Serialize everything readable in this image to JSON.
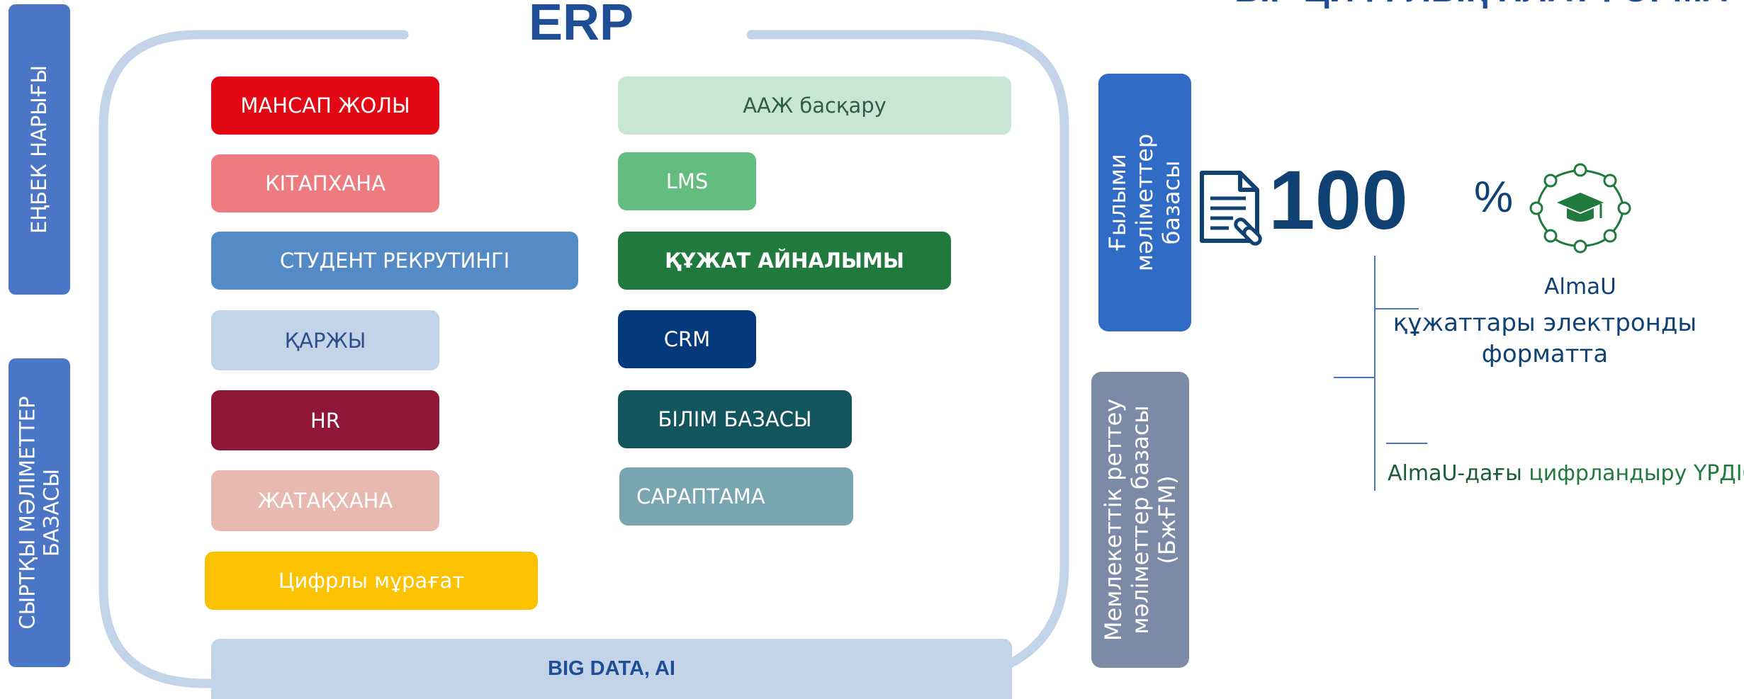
{
  "header": {
    "erp_title": "ERP",
    "platform_title_partial": "БІР ЦИФРЛЫҚ ПЛАТФОРМА"
  },
  "left_bars": {
    "top": "ЕҢБЕК НАРЫҒЫ",
    "bottom_line1": "СЫРТҚЫ МӘЛІМЕТТЕР",
    "bottom_line2": "БАЗАСЫ"
  },
  "modules_left": [
    {
      "label": "МАНСАП ЖОЛЫ",
      "bg": "#e30613",
      "color": "#ffffff"
    },
    {
      "label": "КІТАПХАНА",
      "bg": "#ee7b80",
      "color": "#ffffff"
    },
    {
      "label": "СТУДЕНТ РЕКРУТИНГІ",
      "bg": "#548ac6",
      "color": "#ffffff"
    },
    {
      "label": "ҚАРЖЫ",
      "bg": "#c3d4e8",
      "color": "#2c4f8c"
    },
    {
      "label": "HR",
      "bg": "#911739",
      "color": "#ffffff"
    },
    {
      "label": "ЖАТАҚХАНА",
      "bg": "#e8b9b1",
      "color": "#ffffff"
    },
    {
      "label": "Цифрлы мұрағат",
      "bg": "#fcc200",
      "color": "#ffffff"
    }
  ],
  "modules_right": [
    {
      "label": "ААЖ басқару",
      "bg": "#c8e6d3",
      "color": "#2e5d4a"
    },
    {
      "label": "LMS",
      "bg": "#63bd7f",
      "color": "#ffffff"
    },
    {
      "label": "ҚҰЖАТ АЙНАЛЫМЫ",
      "bg": "#207a3e",
      "color": "#ffffff"
    },
    {
      "label": "CRM",
      "bg": "#043a7c",
      "color": "#ffffff"
    },
    {
      "label": "БІЛІМ БАЗАСЫ",
      "bg": "#12555c",
      "color": "#ffffff"
    },
    {
      "label": "САРАПТАМА",
      "bg": "#79a5b1",
      "color": "#ffffff"
    }
  ],
  "bottom_bar": {
    "label": "BIG DATA, AI",
    "bg": "#c3d4e8",
    "color": "#1f4e96"
  },
  "right_bars": {
    "science_line1": "Ғылыми",
    "science_line2": "мәліметтер",
    "science_line3": "базасы",
    "state_line1": "Мемлекеттік реттеу",
    "state_line2": "мәліметтер базасы",
    "state_line3": "(БжҒМ)"
  },
  "stat": {
    "number": "100",
    "percent": "%",
    "brand": "AlmaU",
    "caption_line1": "құжаттары электронды",
    "caption_line2": "форматта"
  },
  "process": {
    "prefix": "AlmaU-дағы",
    "suffix": "цифрландыру ҮРДІСІ"
  },
  "icons": {
    "document": "document-link-icon",
    "graduation": "graduation-cap-network-icon"
  },
  "colors": {
    "navy": "#1f4e96",
    "bar_blue": "#4b76c6",
    "bar_gray": "#7b8aa6",
    "frame": "#c3d4e8",
    "dark_blue_text": "#0f4273",
    "green": "#207a3e"
  }
}
